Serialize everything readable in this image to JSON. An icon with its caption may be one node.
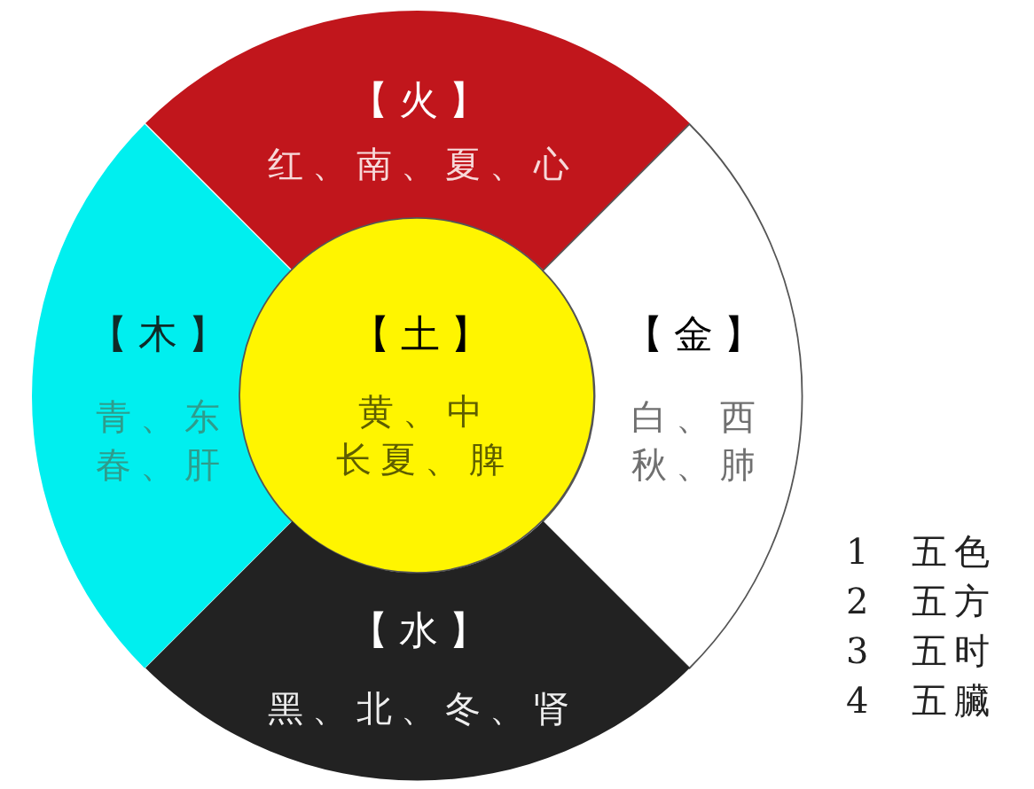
{
  "diagram": {
    "nodes": [
      {
        "text": [
          "【火】",
          "红、南、夏、心"
        ]
      },
      {
        "text": [
          "【木】",
          "青、东春、肝"
        ]
      },
      {
        "text": [
          "【土】",
          "黄、中长夏、脾"
        ]
      },
      {
        "text": [
          "【金】",
          "白、西秋、肺"
        ]
      },
      {
        "text": [
          "【水】",
          "黑、北、冬、肾"
        ]
      }
    ],
    "labels": [
      "1 五色",
      "2 五方",
      "3 五时",
      "4 五臟"
    ]
  }
}
